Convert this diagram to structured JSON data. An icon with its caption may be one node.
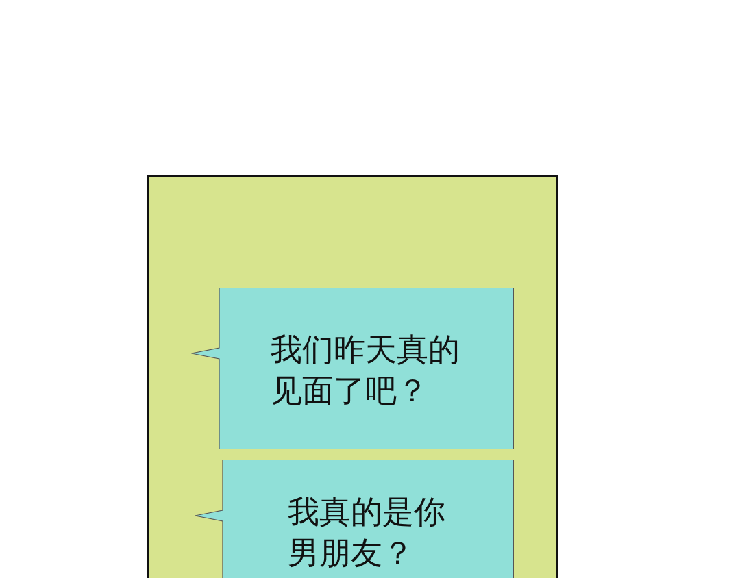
{
  "diagram": {
    "nodes": [
      {
        "text": [],
        "shape": "box"
      },
      {
        "text": [
          "我们昨天真的见面了吧？"
        ],
        "in": 0
      },
      {
        "text": [
          "我真的是你男朋友？"
        ],
        "in": 0
      }
    ]
  }
}
